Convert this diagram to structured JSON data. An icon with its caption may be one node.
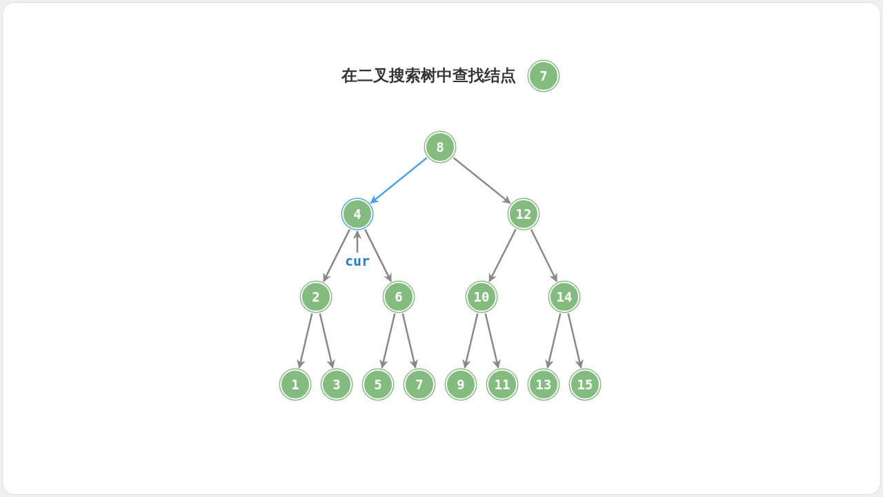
{
  "diagram": {
    "title": "在二叉搜索树中查找结点",
    "nodes": [
      {
        "text": [
          "7"
        ]
      },
      {
        "text": [
          "8"
        ]
      },
      {
        "text": [
          "4"
        ]
      },
      {
        "text": [
          "12"
        ]
      },
      {
        "text": [
          "2"
        ]
      },
      {
        "text": [
          "6"
        ]
      },
      {
        "text": [
          "10"
        ]
      },
      {
        "text": [
          "14"
        ]
      },
      {
        "text": [
          "1"
        ]
      },
      {
        "text": [
          "3"
        ]
      },
      {
        "text": [
          "5"
        ]
      },
      {
        "text": [
          "7"
        ]
      },
      {
        "text": [
          "9"
        ]
      },
      {
        "text": [
          "11"
        ]
      },
      {
        "text": [
          "13"
        ]
      },
      {
        "text": [
          "15"
        ]
      },
      {
        "text": [
          "cur"
        ]
      }
    ],
    "edges": [
      {
        "from": 1,
        "to": 2,
        "arrow": "to",
        "color": "#4aa3e8"
      },
      {
        "from": 1,
        "to": 3,
        "arrow": "to"
      },
      {
        "from": 2,
        "to": 4,
        "arrow": "to"
      },
      {
        "from": 2,
        "to": 5,
        "arrow": "to"
      },
      {
        "from": 3,
        "to": 6,
        "arrow": "to"
      },
      {
        "from": 3,
        "to": 7,
        "arrow": "to"
      },
      {
        "from": 4,
        "to": 8,
        "arrow": "to"
      },
      {
        "from": 4,
        "to": 9,
        "arrow": "to"
      },
      {
        "from": 5,
        "to": 10,
        "arrow": "to"
      },
      {
        "from": 5,
        "to": 11,
        "arrow": "to"
      },
      {
        "from": 6,
        "to": 12,
        "arrow": "to"
      },
      {
        "from": 6,
        "to": 13,
        "arrow": "to"
      },
      {
        "from": 7,
        "to": 14,
        "arrow": "to"
      },
      {
        "from": 7,
        "to": 15,
        "arrow": "to"
      },
      {
        "from": 16,
        "to": 2,
        "arrow": "to"
      }
    ]
  }
}
